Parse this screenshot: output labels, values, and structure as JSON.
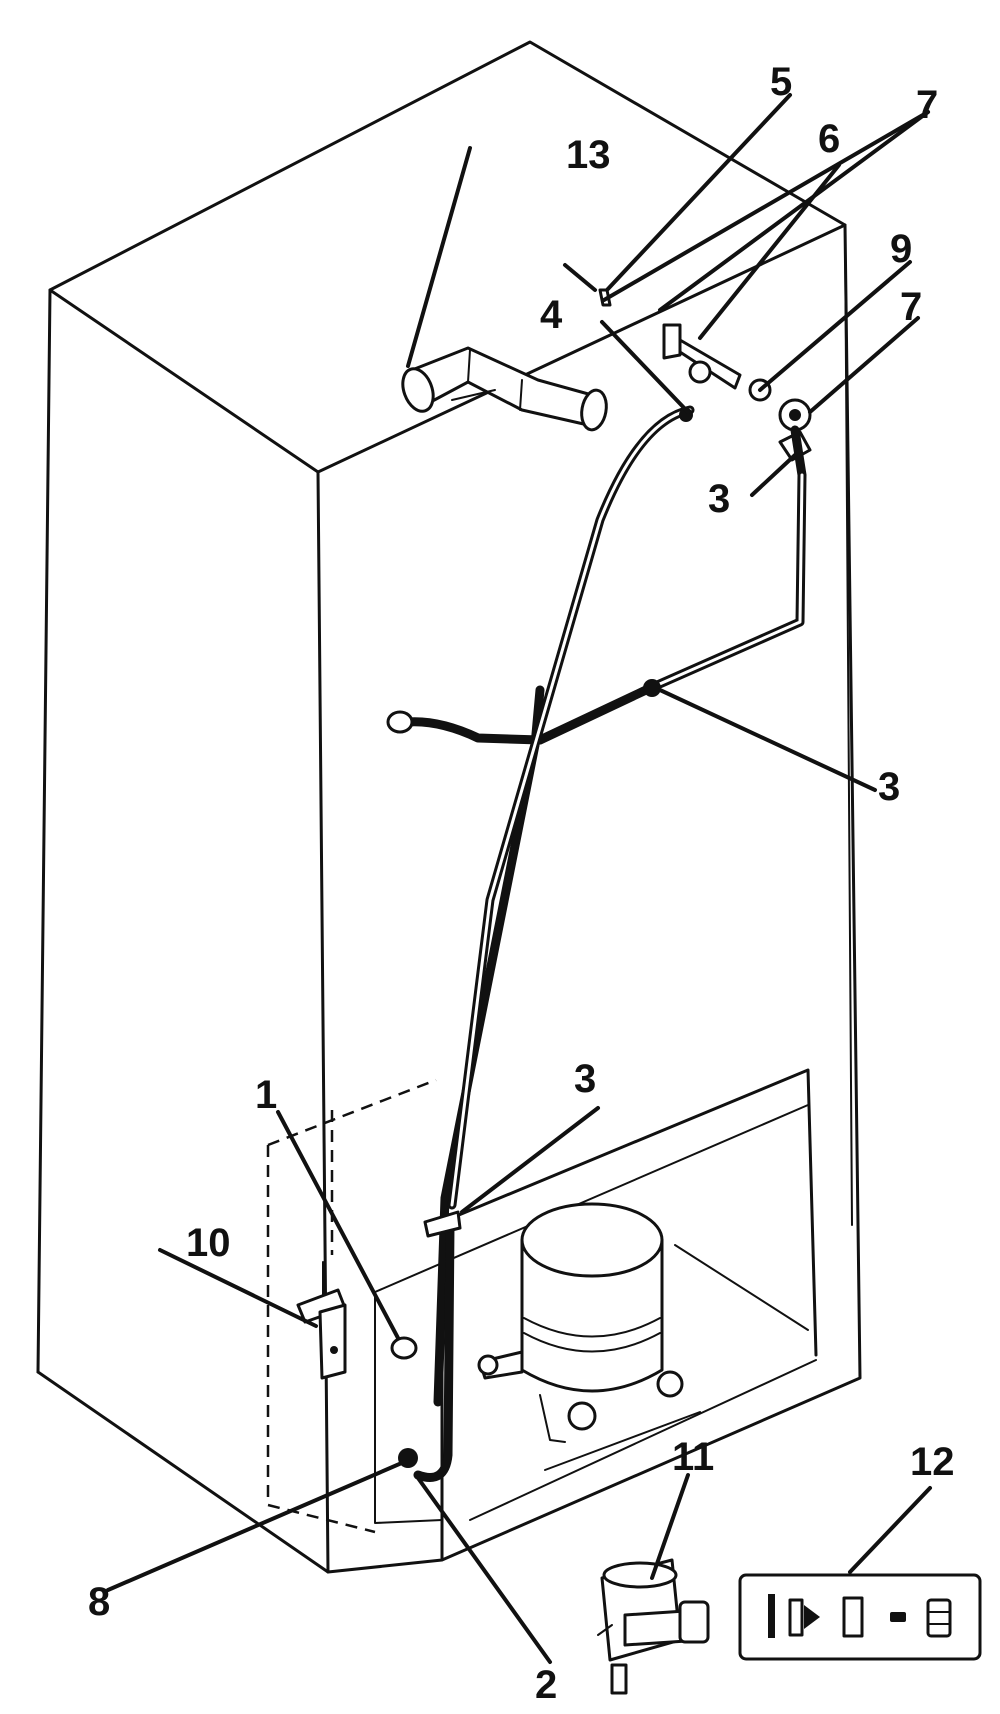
{
  "diagram": {
    "callouts": {
      "c1": "1",
      "c2": "2",
      "c3a": "3",
      "c3b": "3",
      "c3c": "3",
      "c4": "4",
      "c5": "5",
      "c6": "6",
      "c7a": "7",
      "c7b": "7",
      "c8": "8",
      "c9": "9",
      "c10": "10",
      "c11": "11",
      "c12": "12",
      "c13": "13"
    }
  }
}
